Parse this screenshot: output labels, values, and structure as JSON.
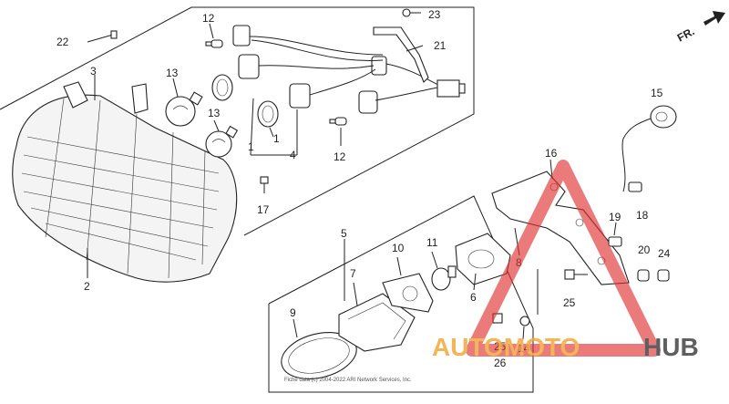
{
  "labels": {
    "n1a": "1",
    "n1b": "1",
    "n2": "2",
    "n3": "3",
    "n4": "4",
    "n5": "5",
    "n6": "6",
    "n7": "7",
    "n8": "8",
    "n9": "9",
    "n10": "10",
    "n11": "11",
    "n12a": "12",
    "n12b": "12",
    "n13a": "13",
    "n13b": "13",
    "n14": "14",
    "n15": "15",
    "n16": "16",
    "n17": "17",
    "n18": "18",
    "n19": "19",
    "n20": "20",
    "n21": "21",
    "n22": "22",
    "n23": "23",
    "n24": "24",
    "n25a": "25",
    "n25b": "25",
    "n26": "26"
  },
  "direction": "FR.",
  "copyright": "Fiche data (c) 2004-2022 ARI Network Services, Inc.",
  "watermark": {
    "part1": "AUTOMOTO",
    "part2": "HUB"
  },
  "colors": {
    "line": "#222222",
    "watermark_red": "#e03030",
    "watermark_orange": "#f2a93b",
    "watermark_grey": "#444444"
  }
}
